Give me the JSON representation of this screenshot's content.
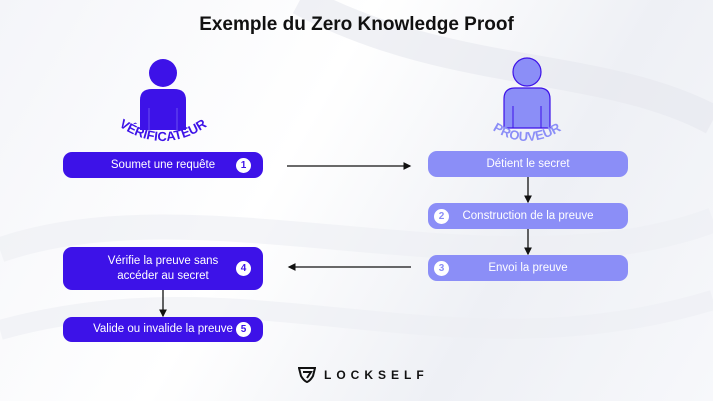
{
  "title": "Exemple du Zero Knowledge Proof",
  "roles": {
    "verifier": "VÉRIFICATEUR",
    "prover": "PROUVEUR"
  },
  "verifier_steps": [
    {
      "num": "1",
      "label": "Soumet une requête"
    },
    {
      "num": "4",
      "label": "Vérifie la preuve sans accéder au secret"
    },
    {
      "num": "5",
      "label": "Valide ou invalide la preuve"
    }
  ],
  "prover_steps": [
    {
      "num": "",
      "label": "Détient le secret"
    },
    {
      "num": "2",
      "label": "Construction de la preuve"
    },
    {
      "num": "3",
      "label": "Envoi la preuve"
    }
  ],
  "logo": "LOCKSELF",
  "colors": {
    "dark": "#3d12e8",
    "light": "#8b8ef7"
  }
}
